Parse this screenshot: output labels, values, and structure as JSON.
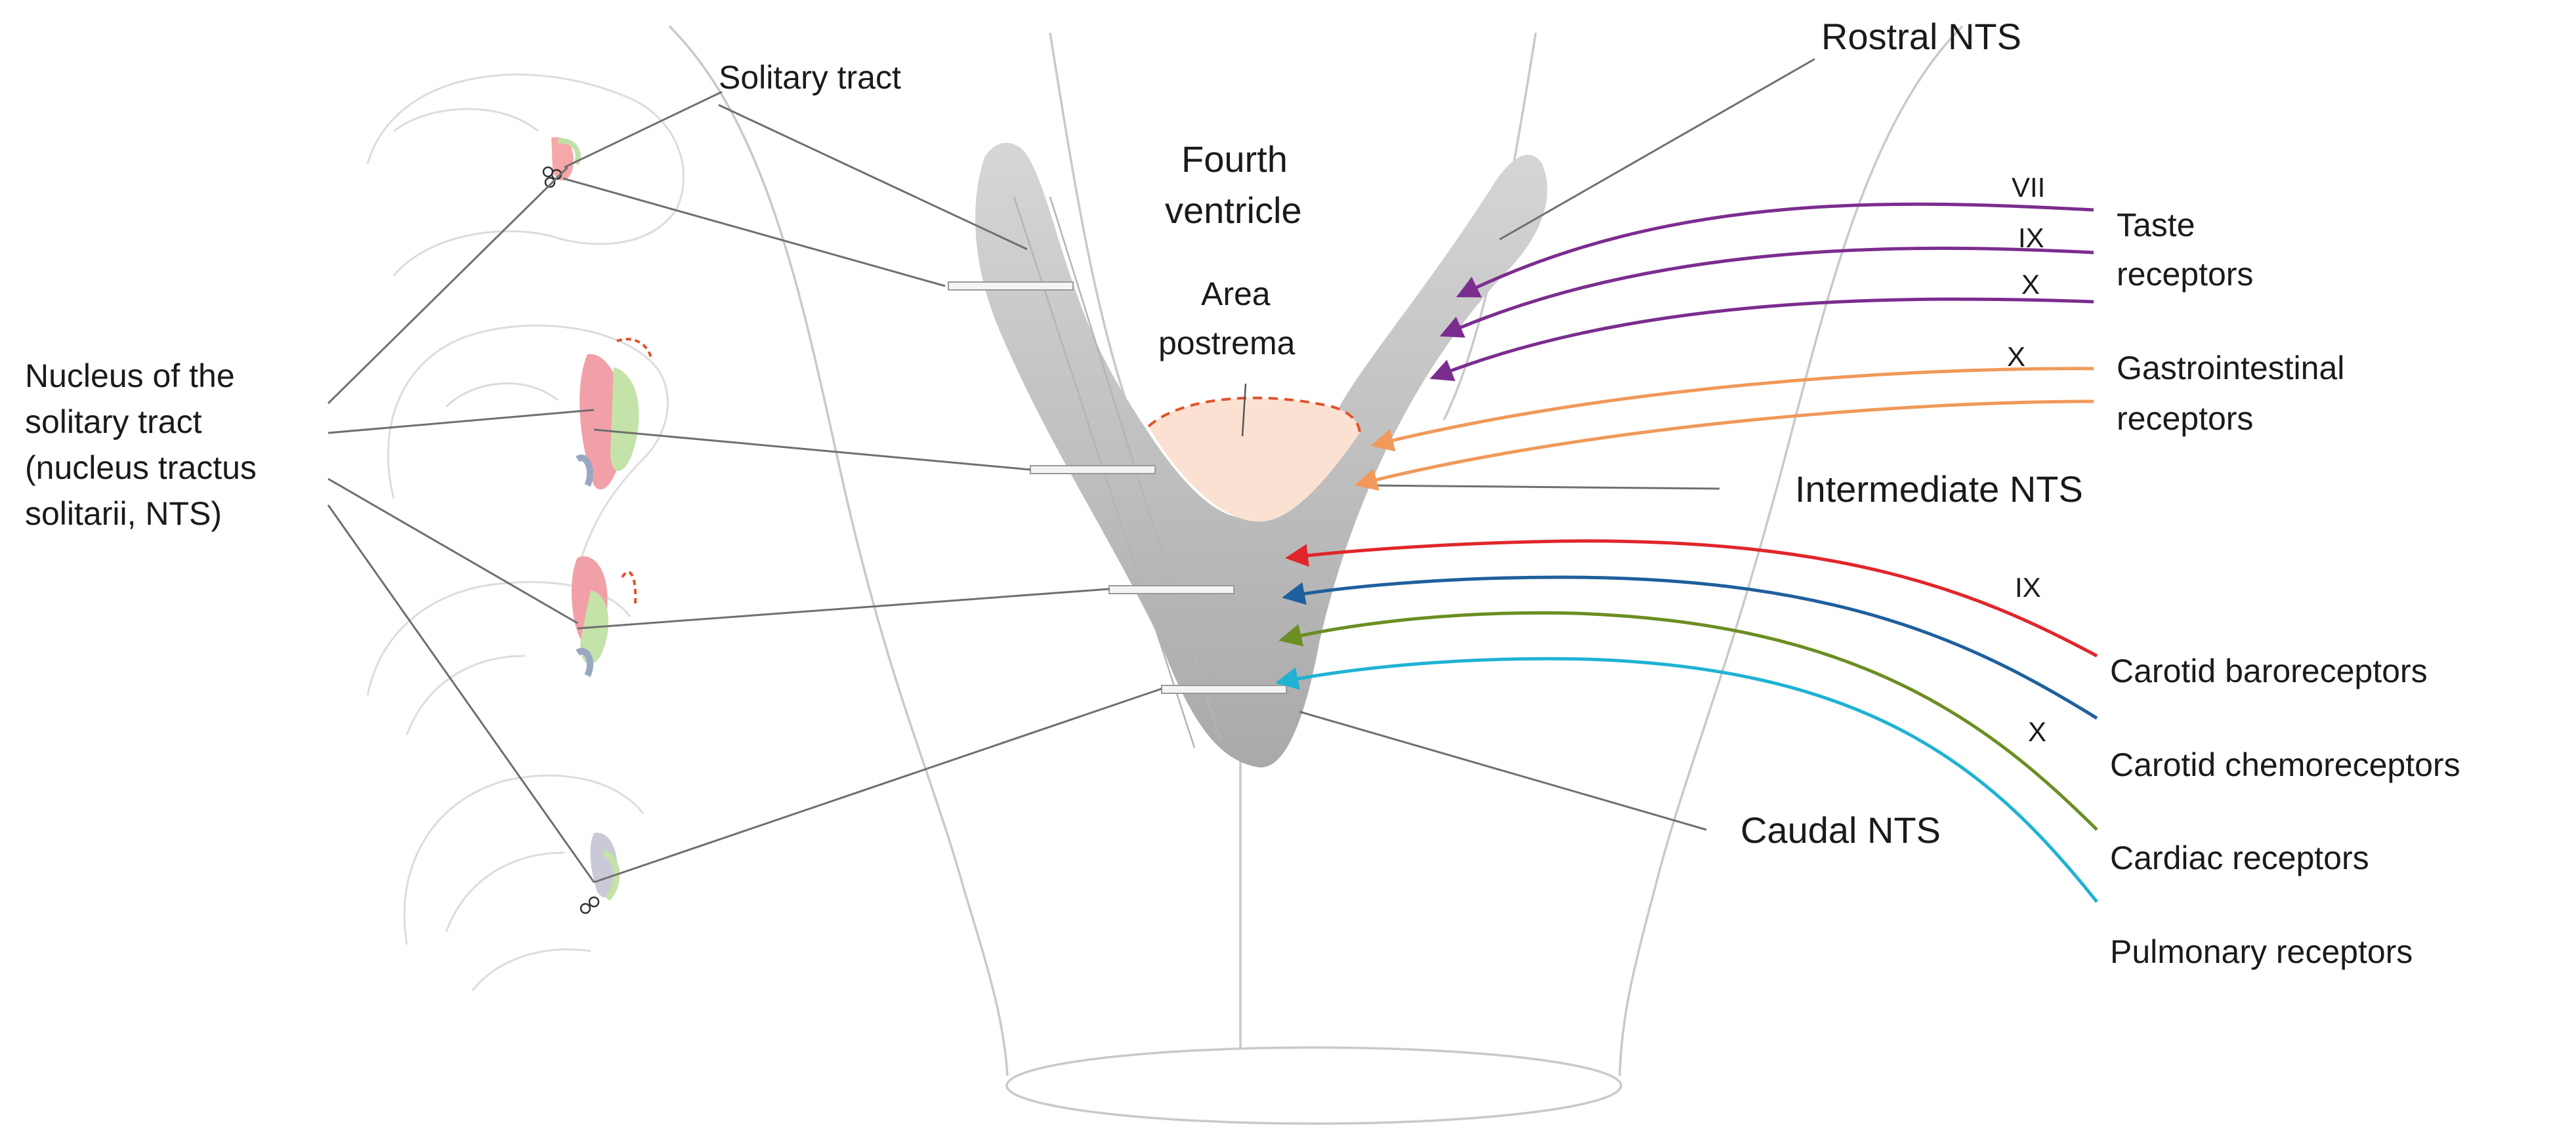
{
  "labels": {
    "solitary_tract": "Solitary tract",
    "nts_line1": "Nucleus of the",
    "nts_line2": "solitary tract",
    "nts_line3": "(nucleus tractus",
    "nts_line4": "solitarii, NTS)",
    "fourth_ventricle_line1": "Fourth",
    "fourth_ventricle_line2": "ventricle",
    "area_postrema_line1": "Area",
    "area_postrema_line2": "postrema",
    "rostral_nts": "Rostral NTS",
    "intermediate_nts": "Intermediate NTS",
    "caudal_nts": "Caudal NTS",
    "taste_line1": "Taste",
    "taste_line2": "receptors",
    "gi_line1": "Gastrointestinal",
    "gi_line2": "receptors",
    "carotid_baro": "Carotid baroreceptors",
    "carotid_chemo": "Carotid chemoreceptors",
    "cardiac": "Cardiac receptors",
    "pulmonary": "Pulmonary receptors"
  },
  "nerves": {
    "taste_1": "VII",
    "taste_2": "IX",
    "taste_3": "X",
    "gi": "X",
    "cardio_ix": "IX",
    "cardio_x": "X"
  },
  "colors": {
    "taste": "#7b2d8e",
    "gastrointestinal": "#f0995a",
    "baroreceptor": "#e0262a",
    "chemoreceptor": "#1f5f9c",
    "cardiac": "#6b8e23",
    "pulmonary": "#1fb2d3",
    "nts_gray": "#c8c8c8",
    "area_postrema_fill": "#fbe1d2",
    "area_postrema_border": "#e0532a"
  }
}
